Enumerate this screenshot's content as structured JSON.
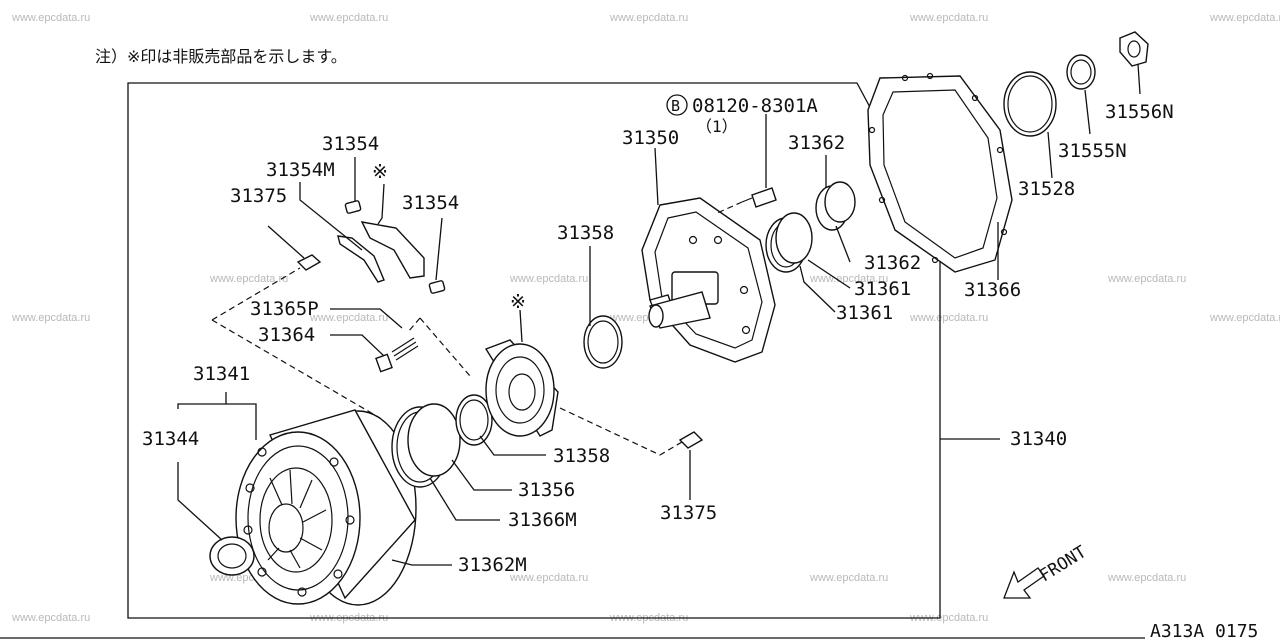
{
  "note": "注）※印は非販売部品を示します。",
  "watermark": "www.epcdata.ru",
  "page_code": "A313A 0175",
  "front_label": "FRONT",
  "bolt_symbol": "B",
  "bolt_part": "08120-8301A",
  "bolt_qty": "（1）",
  "non_sale_mark": "※",
  "callouts": [
    "31354",
    "31354M",
    "31375",
    "31354",
    "31365P",
    "31364",
    "31341",
    "31344",
    "31350",
    "31358",
    "31362",
    "31362",
    "31361",
    "31361",
    "31340",
    "31358",
    "31356",
    "31366M",
    "31362M",
    "31375",
    "31366",
    "31528",
    "31555N",
    "31556N"
  ]
}
